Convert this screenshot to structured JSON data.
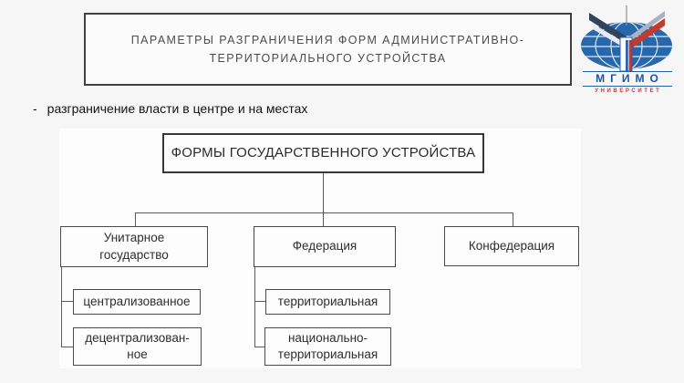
{
  "header": {
    "title": "ПАРАМЕТРЫ РАЗГРАНИЧЕНИЯ ФОРМ АДМИНИСТРАТИВНО-\nТЕРРИТОРИАЛЬНОГО УСТРОЙСТВА"
  },
  "bullet": {
    "marker": "-",
    "text": "разграничение власти в центре и на местах"
  },
  "logo": {
    "name": "МГИМО",
    "subtitle": "УНИВЕРСИТЕТ",
    "colors": {
      "blue": "#1d55a0",
      "red": "#c23b2e",
      "globe": "#2767ab"
    }
  },
  "diagram": {
    "root": "ФОРМЫ ГОСУДАРСТВЕННОГО УСТРОЙСТВА",
    "level1": [
      {
        "label": "Унитарное\nгосударство",
        "children": [
          "централизованное",
          "децентрализован-\nное"
        ]
      },
      {
        "label": "Федерация",
        "children": [
          "территориальная",
          "национально-\nтерриториальная"
        ]
      },
      {
        "label": "Конфедерация",
        "children": []
      }
    ]
  }
}
